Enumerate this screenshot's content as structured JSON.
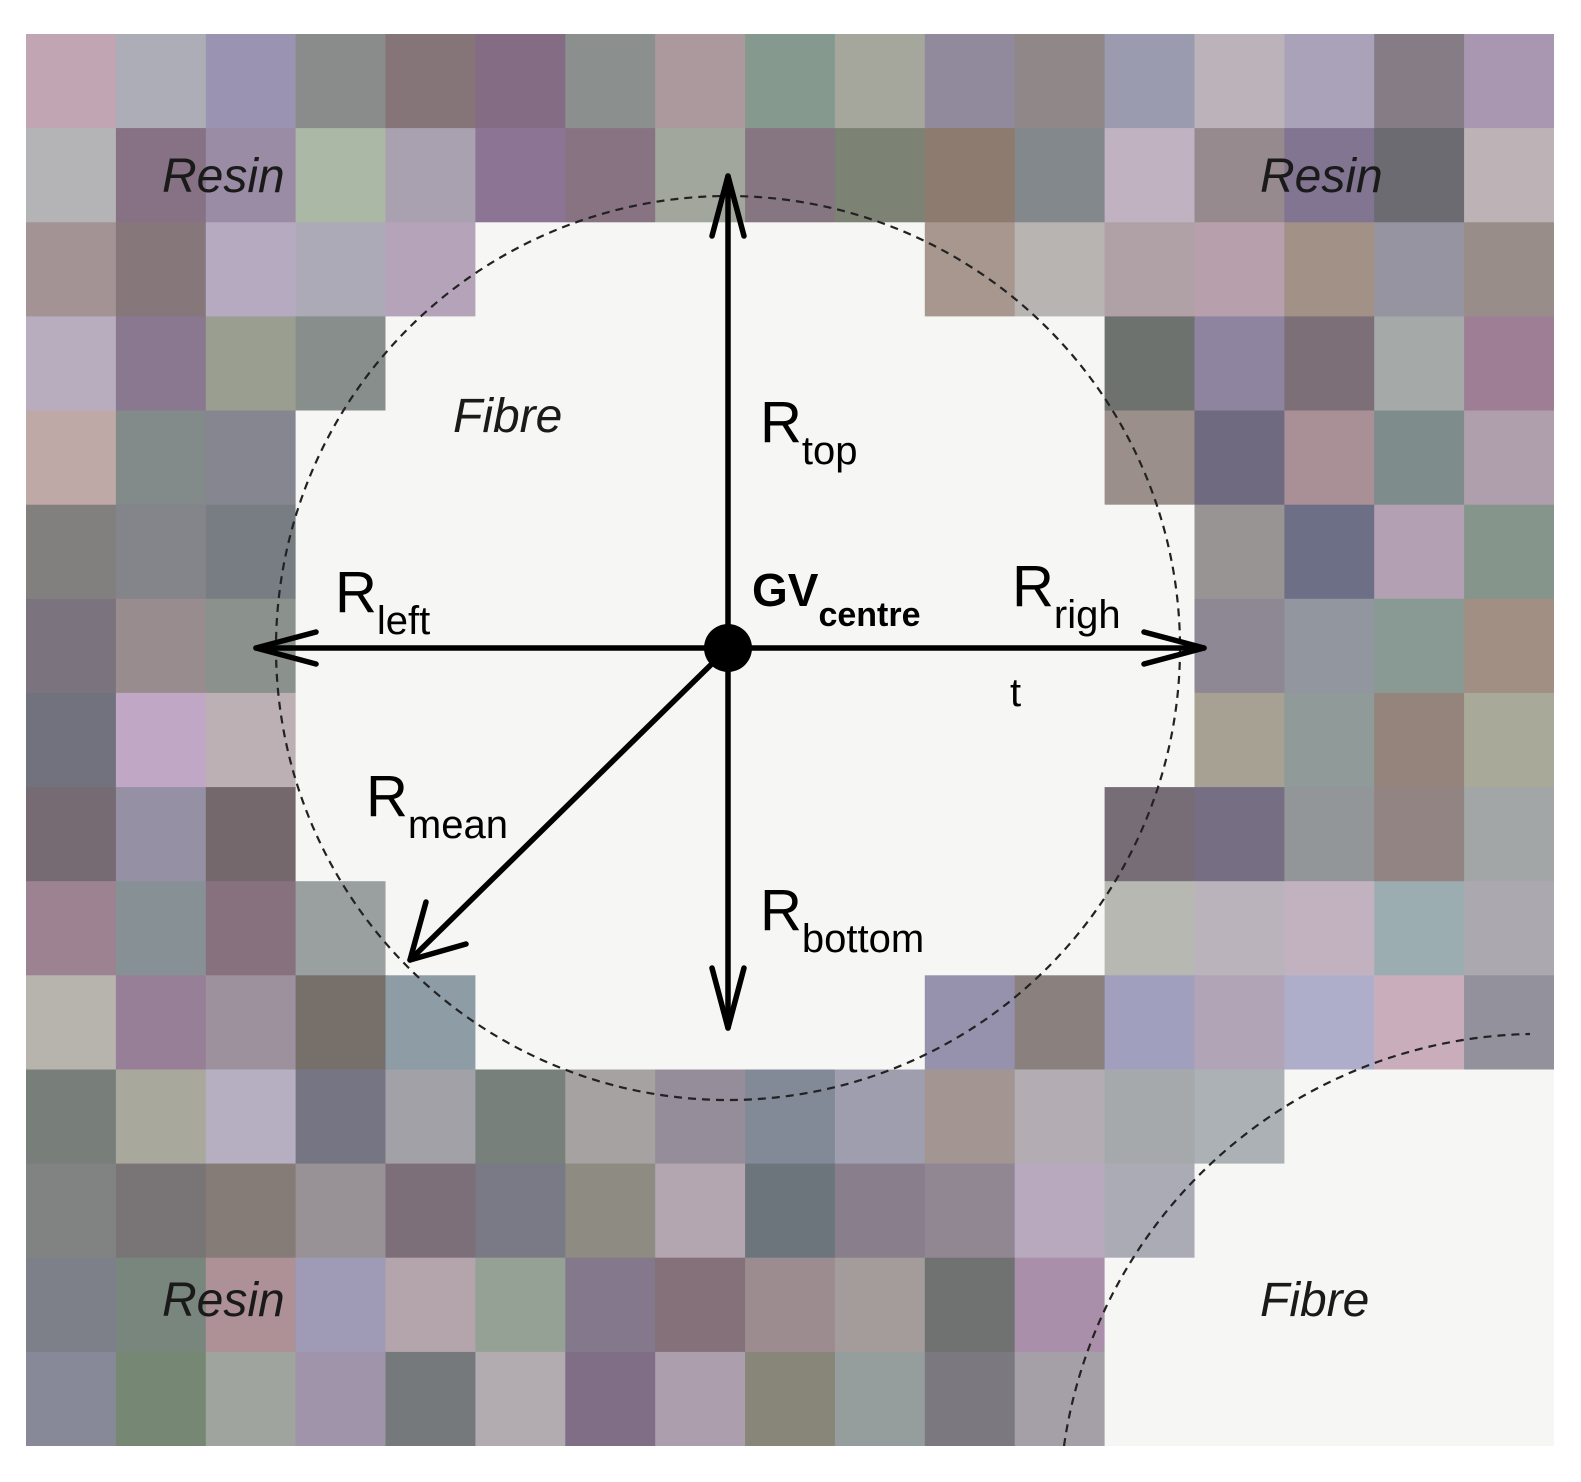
{
  "colors": {
    "fibre": "#f6f6f4",
    "arrow": "#000000",
    "dashed_circle": "#222222"
  },
  "regions": {
    "resin_top_left": "Resin",
    "resin_top_right": "Resin",
    "resin_bottom_left": "Resin",
    "fibre_main": "Fibre",
    "fibre_bottom_right": "Fibre"
  },
  "radii": {
    "top": {
      "main": "R",
      "sub": "top"
    },
    "left": {
      "main": "R",
      "sub": "left"
    },
    "right": {
      "main": "R",
      "sub": "righ",
      "wrap": "t"
    },
    "bottom": {
      "main": "R",
      "sub": "bottom"
    },
    "mean": {
      "main": "R",
      "sub": "mean"
    }
  },
  "centre": {
    "main": "GV",
    "sub": "centre"
  }
}
